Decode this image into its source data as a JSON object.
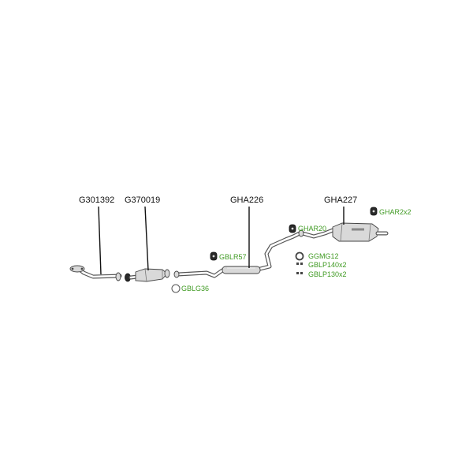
{
  "parts": {
    "front_pipe": "G301392",
    "catalyst": "G370019",
    "middle_silencer": "GHA226",
    "rear_silencer": "GHA227"
  },
  "accessories": {
    "ring_gblg36": "GBLG36",
    "rubber_gblr57": "GBLR57",
    "rubber_ghar20": "GHAR20",
    "rubber_ghar2x2": "GHAR2x2",
    "gasket_ggmg12": "GGMG12",
    "bolt_gblp140x2": "GBLP140x2",
    "bolt_gblp130x2": "GBLP130x2"
  },
  "colors": {
    "part_label": "#111111",
    "accessory_label": "#3f9a22"
  }
}
